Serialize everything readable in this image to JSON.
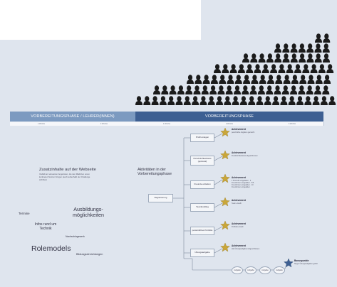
{
  "colors": {
    "slide_bg": "#dfe5ee",
    "phase_light": "#7c9ac0",
    "phase_dark": "#3d5f92",
    "silhouette": "#1b1b1b",
    "star_gold": "#c9a63a",
    "star_blue": "#3d5f92"
  },
  "phases": {
    "left": "VORBEREITUNGSPHASE / LEHRER(INNEN)",
    "right": "VORBEREITUNGSPHASE"
  },
  "weeks": [
    "1.Woche",
    "2.Woche",
    "1.Woche",
    "2.Woche",
    "3.Woche"
  ],
  "left_panel": {
    "zusatz_title": "Zusatzinhalte auf der Webseite",
    "zusatz_desc": "Vielfalt an relevanten Angeboten, die den Mädchen einen konkreten Nutzen bringen (auch außerhalb der Challenge sichtbar)",
    "cloud": {
      "termine": "Termine",
      "ausbildung": "Ausbildungs-möglichkeiten",
      "infos": "Infos rund um Technik",
      "nachschlage": "Nachschlagewerk",
      "rolemodels": "Rolemodels",
      "bildung": "Bildungseinrichtungen"
    }
  },
  "flow": {
    "aktivitaeten": "Aktivitäten in der Vorbereitungsphase",
    "registrierung": "Registrierung",
    "steps": [
      {
        "label": "Profil anlegen",
        "ach_title": "Achievement",
        "ach_desc": "persönliche Angaben gemacht"
      },
      {
        "label": "Persönlichkeitstest (optional)",
        "ach_title": "Achievement",
        "ach_desc": "Persönlichkeitstest abgeschlossen"
      },
      {
        "label": "Freunde einladen",
        "ach_title": "Achievement",
        "ach_desc": "1 Freundin eingeladen · 3 Freundinnen eingeladen · 5/6 Freundinnen eingeladen · 10 Freundinnen eingeladen"
      },
      {
        "label": "Teambuilding",
        "ach_title": "Achievement",
        "ach_desc": "Team erstellt"
      },
      {
        "label": "persönliches Portfolio",
        "ach_title": "Achievement",
        "ach_desc": "Portfolio erstellt"
      },
      {
        "label": "Übungsaufgabe",
        "ach_title": "Achievement",
        "ach_desc": "alle Übungsaufgaben abgeschlossen"
      }
    ],
    "aufgaben": [
      "Aufgabe",
      "Aufgabe",
      "Aufgabe",
      "Aufgabe"
    ],
    "bonus_title": "Bonuspunkte",
    "bonus_desc": "Sieger Übungsaufgaben gelöst"
  }
}
